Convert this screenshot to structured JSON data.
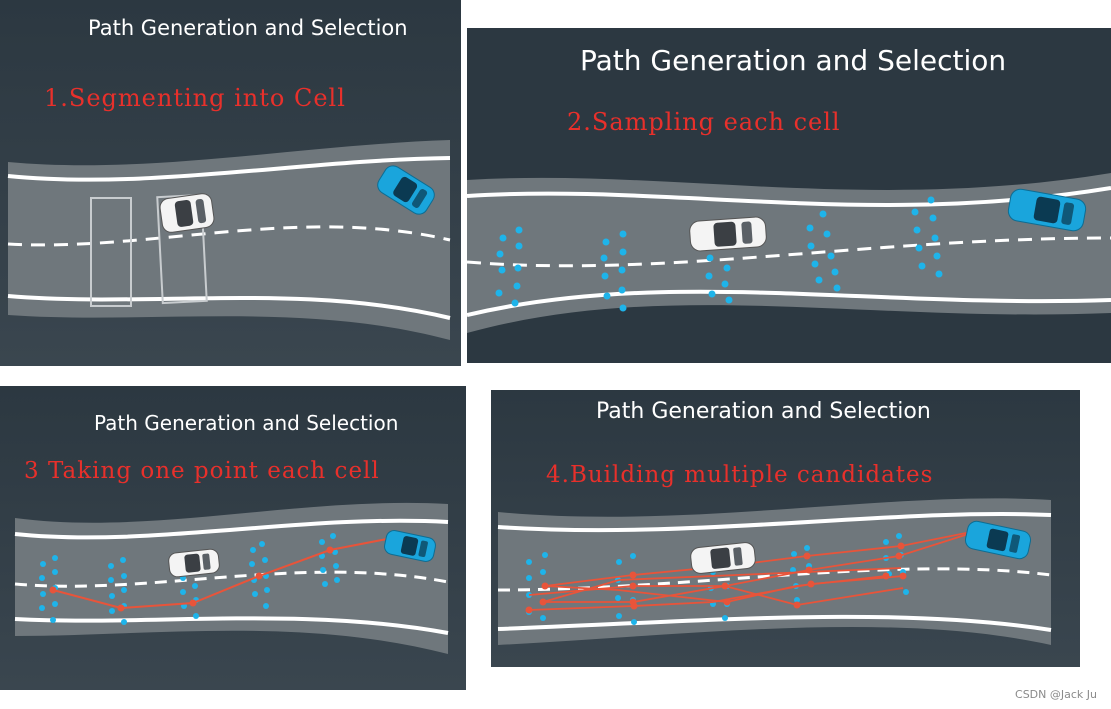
{
  "panels": [
    {
      "title": "Path Generation and Selection",
      "step": "1.Segmenting into Cell"
    },
    {
      "title": "Path Generation and Selection",
      "step": "2.Sampling each cell"
    },
    {
      "title": "Path Generation and Selection",
      "step": "3 Taking one point each cell"
    },
    {
      "title": "Path Generation and Selection",
      "step": "4.Building multiple candidates"
    }
  ],
  "watermark": "CSDN @Jack Ju",
  "colors": {
    "background": "#2c3841",
    "road": "#6f777c",
    "lane_line": "#ffffff",
    "sample_point": "#1eb4ea",
    "path": "#e8543a",
    "step_text": "#e8302b",
    "ego_car": "#ffffff",
    "target_car": "#1aa5dc"
  },
  "icons": [
    "white-car-icon",
    "blue-car-icon",
    "cell-box",
    "sample-dot",
    "path-line"
  ]
}
